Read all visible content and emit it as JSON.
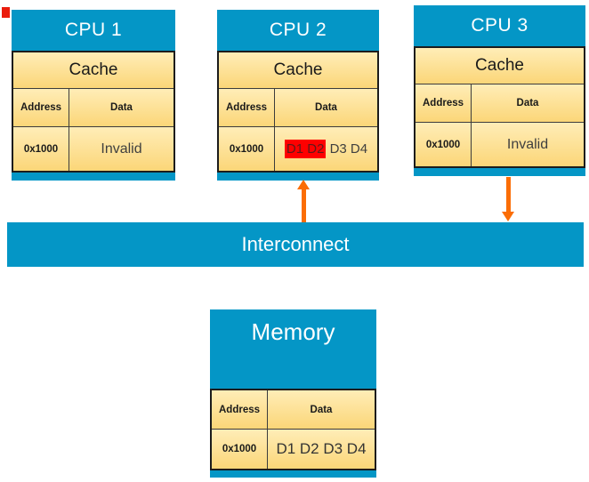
{
  "colors": {
    "block_blue": "#0496c6",
    "cell_tan_top": "#ffedb7",
    "cell_tan_bottom": "#fbd678",
    "arrow_orange": "#fb6d05",
    "highlight_red": "#fe0000",
    "data_text_gray": "#3f3f3f",
    "marker_red": "#ea1c0d"
  },
  "cpus": [
    {
      "title": "CPU 1",
      "cache_label": "Cache",
      "col_address": "Address",
      "col_data": "Data",
      "row_address": "0x1000",
      "row_data": "Invalid"
    },
    {
      "title": "CPU 2",
      "cache_label": "Cache",
      "col_address": "Address",
      "col_data": "Data",
      "row_address": "0x1000",
      "row_data_highlight": "D1 D2",
      "row_data_rest": " D3 D4"
    },
    {
      "title": "CPU 3",
      "cache_label": "Cache",
      "col_address": "Address",
      "col_data": "Data",
      "row_address": "0x1000",
      "row_data": "Invalid"
    }
  ],
  "interconnect": {
    "label": "Interconnect"
  },
  "memory": {
    "title": "Memory",
    "col_address": "Address",
    "col_data": "Data",
    "row_address": "0x1000",
    "row_data": "D1 D2 D3 D4"
  }
}
